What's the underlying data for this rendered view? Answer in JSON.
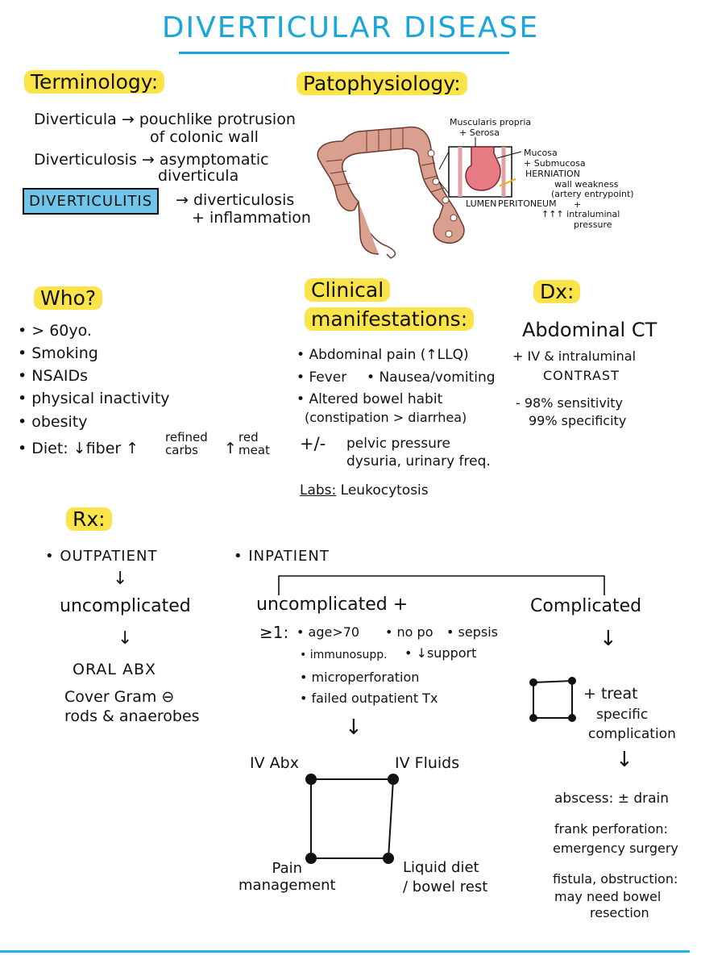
{
  "title": "DIVERTICULAR DISEASE",
  "terminology": {
    "heading": "Terminology:",
    "items": [
      {
        "term": "Diverticula",
        "def_line1": "pouchlike protrusion",
        "def_line2": "of colonic wall"
      },
      {
        "term": "Diverticulosis",
        "def_line1": "asymptomatic",
        "def_line2": "diverticula"
      },
      {
        "term": "DIVERTICULITIS",
        "def_line1": "diverticulosis",
        "def_line2": "+ inflammation"
      }
    ],
    "arrow": "→",
    "highlight_color": "#6fc6e8"
  },
  "pathophysiology": {
    "heading": "Patophysiology:",
    "labels": {
      "muscularis_1": "Muscularis propria",
      "muscularis_2": "+ Serosa",
      "mucosa_1": "Mucosa",
      "mucosa_2": "+ Submucosa",
      "herniation": "HERNIATION",
      "lumen": "LUMEN",
      "peritoneum": "PERITONEUM",
      "weakness_1": "wall weakness",
      "weakness_2": "(artery entrypoint)",
      "plus": "+",
      "pressure_1": "↑↑↑ intraluminal",
      "pressure_2": "pressure"
    },
    "colon_color": "#d9a090"
  },
  "who": {
    "heading": "Who?",
    "items": [
      "> 60yo.",
      "Smoking",
      "NSAIDs",
      "physical inactivity",
      "obesity"
    ],
    "diet": {
      "label": "Diet:",
      "fiber": "↓fiber",
      "refined_arrow": "↑",
      "refined_1": "refined",
      "refined_2": "carbs",
      "red_arrow": "↑",
      "red_1": "red",
      "red_2": "meat"
    }
  },
  "clinical": {
    "heading_1": "Clinical",
    "heading_2": "manifestations:",
    "items": [
      "Abdominal pain (↑LLQ)",
      "Fever",
      "Nausea/vomiting",
      "Altered bowel habit",
      "(constipation > diarrhea)"
    ],
    "plusminus": "+/-",
    "pm_line1": "pelvic pressure",
    "pm_line2": "dysuria, urinary freq.",
    "labs_label": "Labs:",
    "labs_value": "Leukocytosis"
  },
  "dx": {
    "heading": "Dx:",
    "test": "Abdominal CT",
    "contrast_1": "+ IV & intraluminal",
    "contrast_2": "CONTRAST",
    "sens": "- 98% sensitivity",
    "spec": "99% specificity"
  },
  "rx": {
    "heading": "Rx:",
    "outpatient": {
      "label": "OUTPATIENT",
      "arrow": "↓",
      "uncomplicated": "uncomplicated",
      "therapy": "ORAL ABX",
      "cover_1": "Cover Gram ⊖",
      "cover_2": "rods & anaerobes"
    },
    "inpatient": {
      "label": "INPATIENT",
      "uncomplicated": "uncomplicated +",
      "ge1": "≥1:",
      "criteria": [
        "age>70",
        "no po",
        "sepsis",
        "immunosupp.",
        "↓support",
        "microperforation",
        "failed outpatient Tx"
      ],
      "arrow": "↓",
      "square": {
        "top_left": "IV Abx",
        "top_right": "IV Fluids",
        "bottom_left_1": "Pain",
        "bottom_left_2": "management",
        "bottom_right_1": "Liquid diet",
        "bottom_right_2": "/ bowel rest"
      },
      "complicated": {
        "label": "Complicated",
        "arrow": "↓",
        "plus_1": "+ treat",
        "plus_2": "specific",
        "plus_3": "complication",
        "abscess": "abscess: ± drain",
        "frank_1": "frank perforation:",
        "frank_2": "emergency surgery",
        "fistula_1": "fistula, obstruction:",
        "fistula_2": "may need bowel",
        "fistula_3": "resection"
      }
    }
  },
  "colors": {
    "accent": "#1aa6d9",
    "highlight": "#fbe34a",
    "ink": "#111111"
  }
}
